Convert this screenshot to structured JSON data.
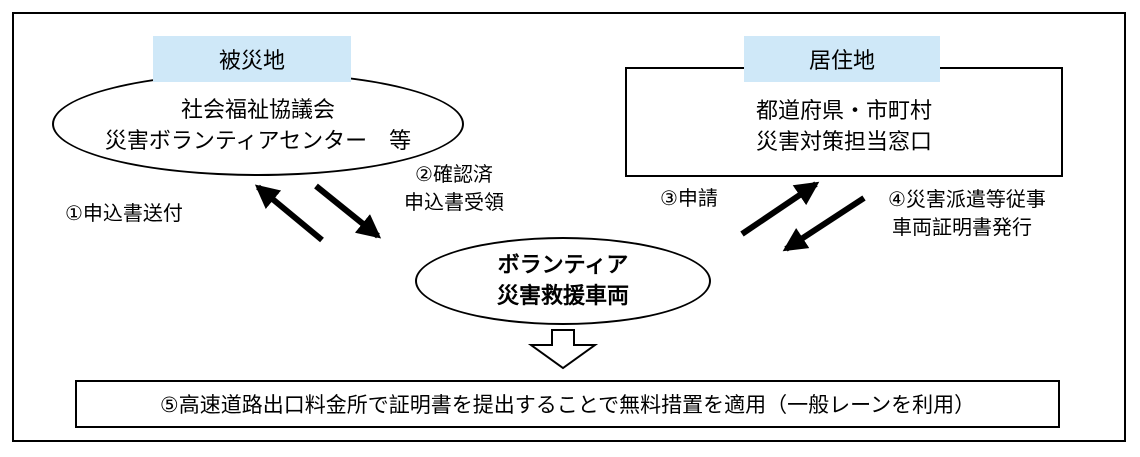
{
  "disaster_area": {
    "label": "被災地",
    "org_line1": "社会福祉協議会",
    "org_line2": "災害ボランティアセンター　等"
  },
  "residence": {
    "label": "居住地",
    "org_line1": "都道府県・市町村",
    "org_line2": "災害対策担当窓口"
  },
  "vehicle": {
    "line1": "ボランティア",
    "line2": "災害救援車両"
  },
  "steps": {
    "step1": "①申込書送付",
    "step2_line1": "②確認済",
    "step2_line2": "申込書受領",
    "step3": "③申請",
    "step4_line1": "④災害派遣等従事",
    "step4_line2": "車両証明書発行"
  },
  "result": "⑤高速道路出口料金所で証明書を提出することで無料措置を適用（一般レーンを利用）",
  "colors": {
    "label_bg": "#cfe8f8",
    "stroke": "#000000"
  }
}
